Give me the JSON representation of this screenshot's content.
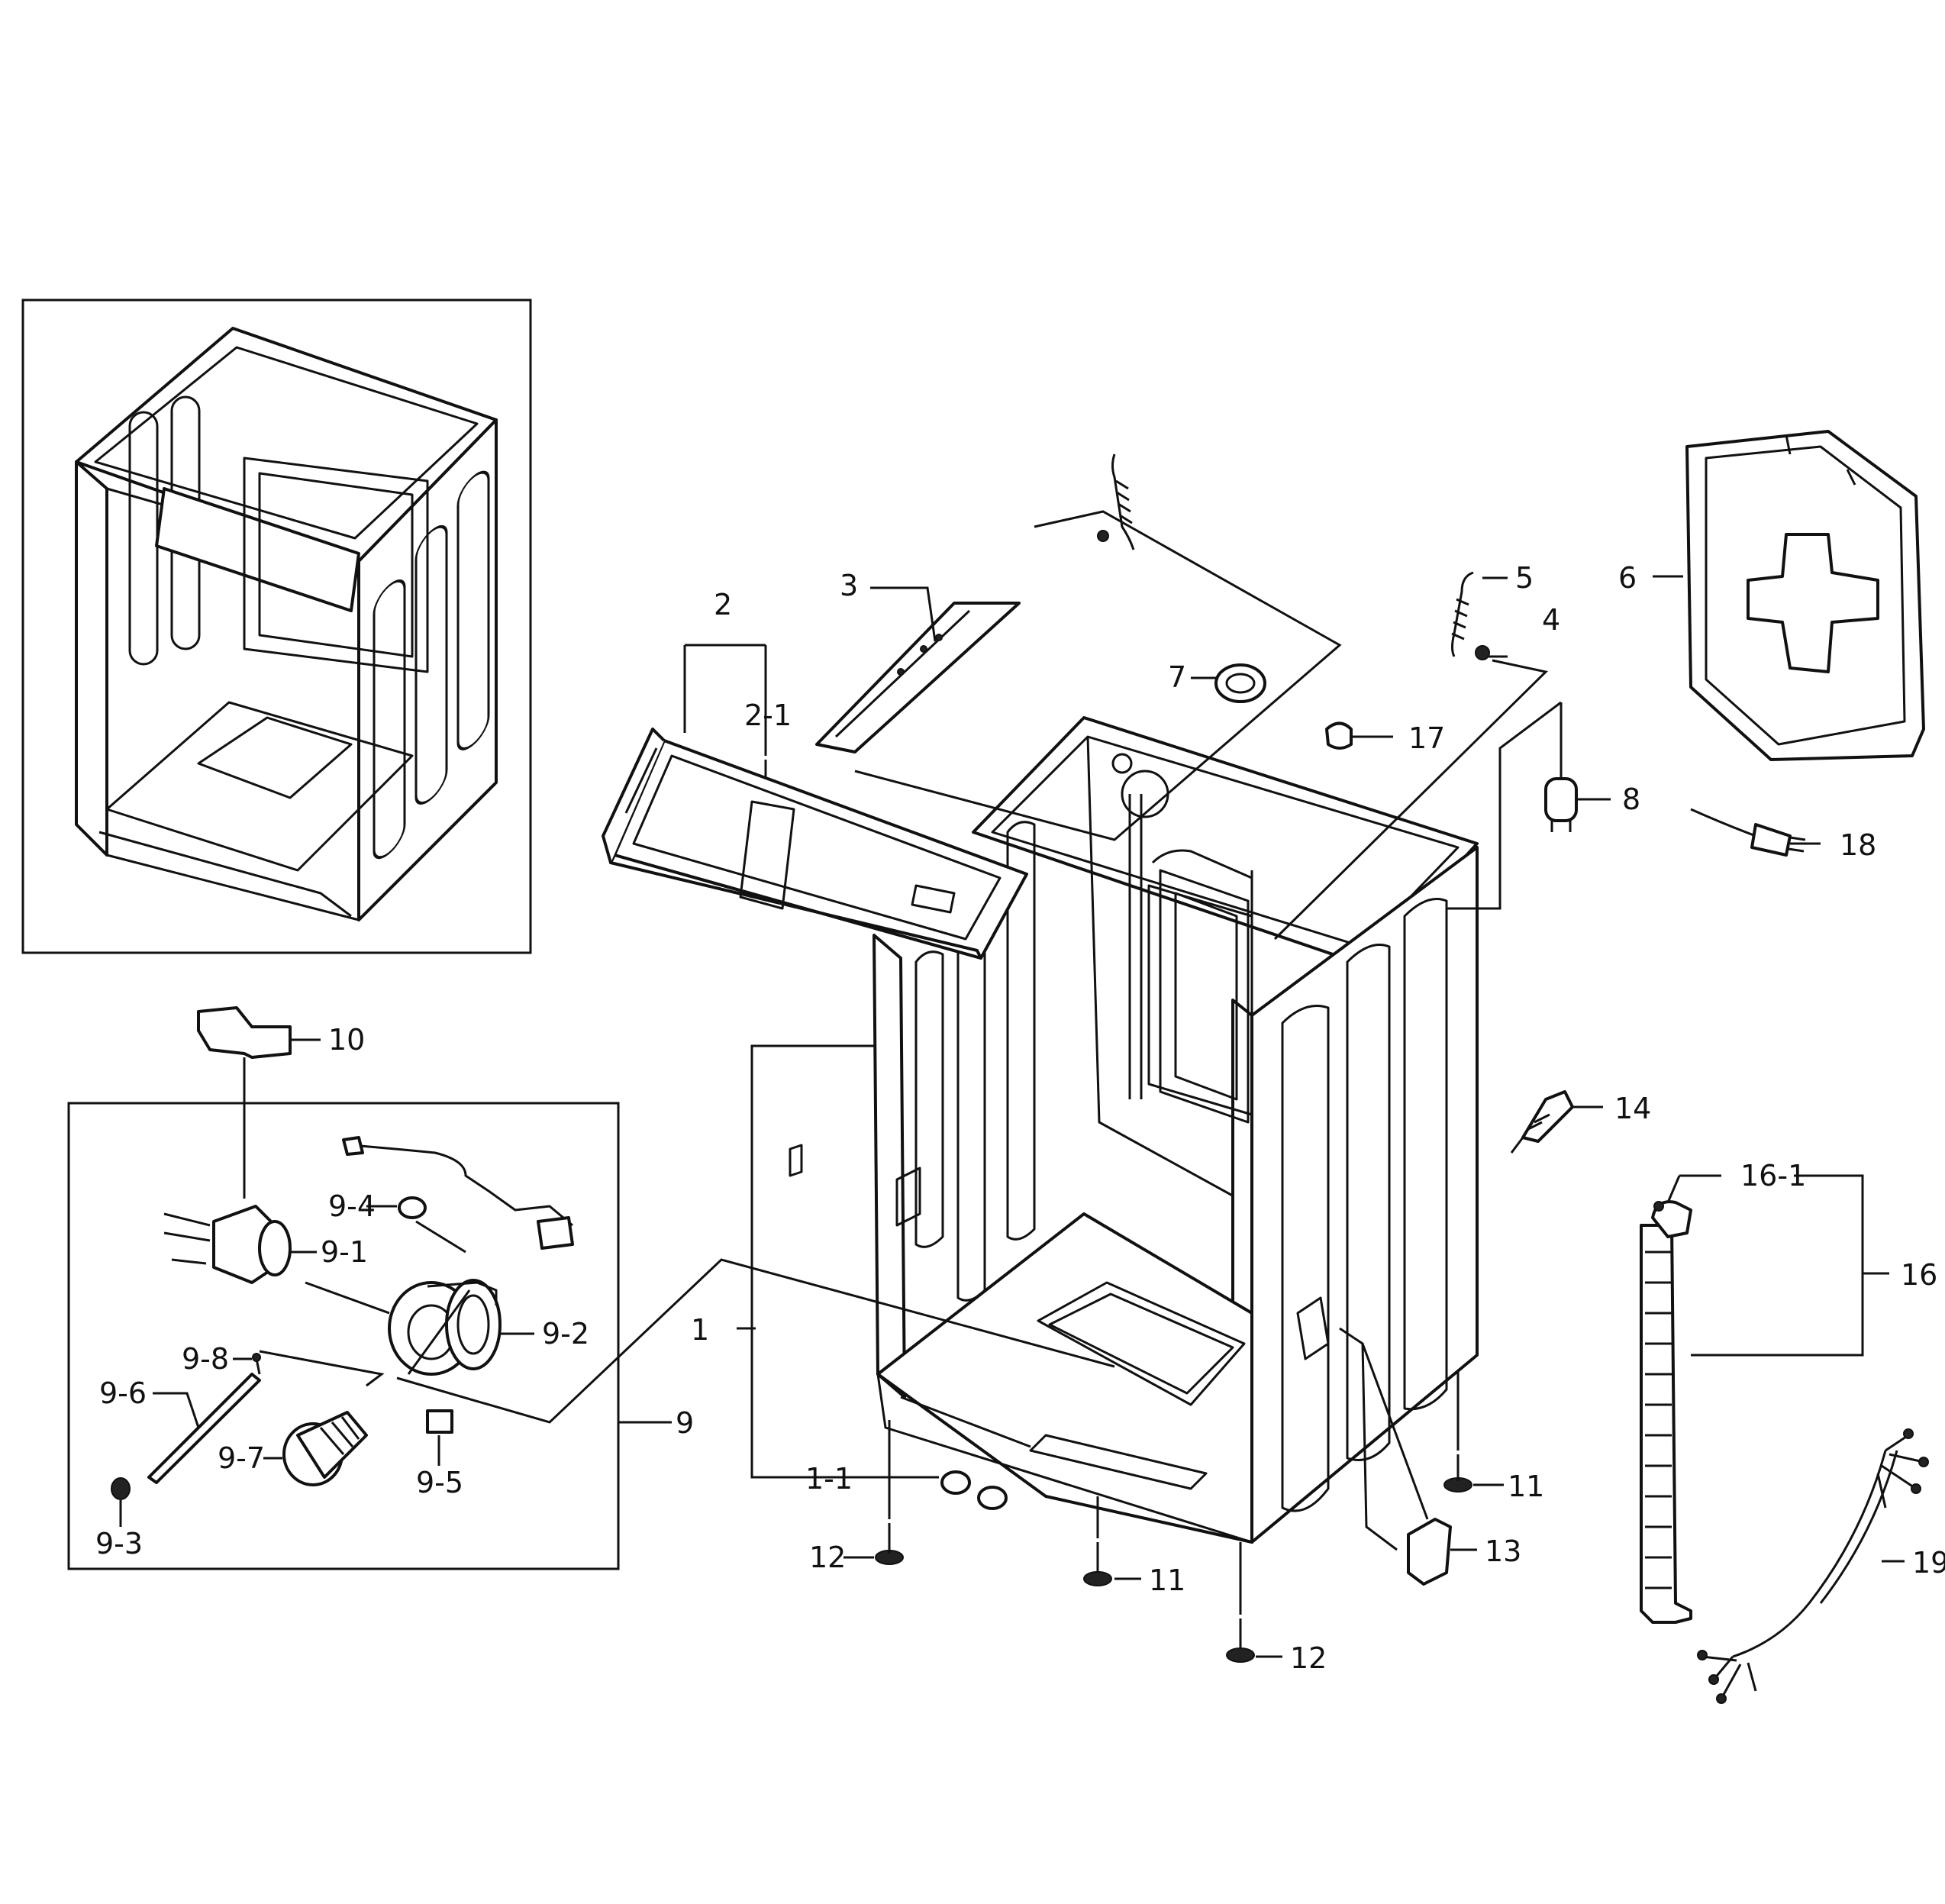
{
  "labels": [
    {
      "id": "1",
      "text": "1"
    },
    {
      "id": "1-1",
      "text": "1-1"
    },
    {
      "id": "2",
      "text": "2"
    },
    {
      "id": "2-1",
      "text": "2-1"
    },
    {
      "id": "3",
      "text": "3"
    },
    {
      "id": "4",
      "text": "4"
    },
    {
      "id": "5",
      "text": "5"
    },
    {
      "id": "6",
      "text": "6"
    },
    {
      "id": "7",
      "text": "7"
    },
    {
      "id": "8",
      "text": "8"
    },
    {
      "id": "9",
      "text": "9"
    },
    {
      "id": "9-1",
      "text": "9-1"
    },
    {
      "id": "9-2",
      "text": "9-2"
    },
    {
      "id": "9-3",
      "text": "9-3"
    },
    {
      "id": "9-4",
      "text": "9-4"
    },
    {
      "id": "9-5",
      "text": "9-5"
    },
    {
      "id": "9-6",
      "text": "9-6"
    },
    {
      "id": "9-7",
      "text": "9-7"
    },
    {
      "id": "9-8",
      "text": "9-8"
    },
    {
      "id": "10",
      "text": "10"
    },
    {
      "id": "11a",
      "text": "11"
    },
    {
      "id": "11b",
      "text": "11"
    },
    {
      "id": "12a",
      "text": "12"
    },
    {
      "id": "12b",
      "text": "12"
    },
    {
      "id": "13",
      "text": "13"
    },
    {
      "id": "14",
      "text": "14"
    },
    {
      "id": "16",
      "text": "16"
    },
    {
      "id": "16-1",
      "text": "16-1"
    },
    {
      "id": "17",
      "text": "17"
    },
    {
      "id": "18",
      "text": "18"
    },
    {
      "id": "19",
      "text": "19"
    }
  ]
}
